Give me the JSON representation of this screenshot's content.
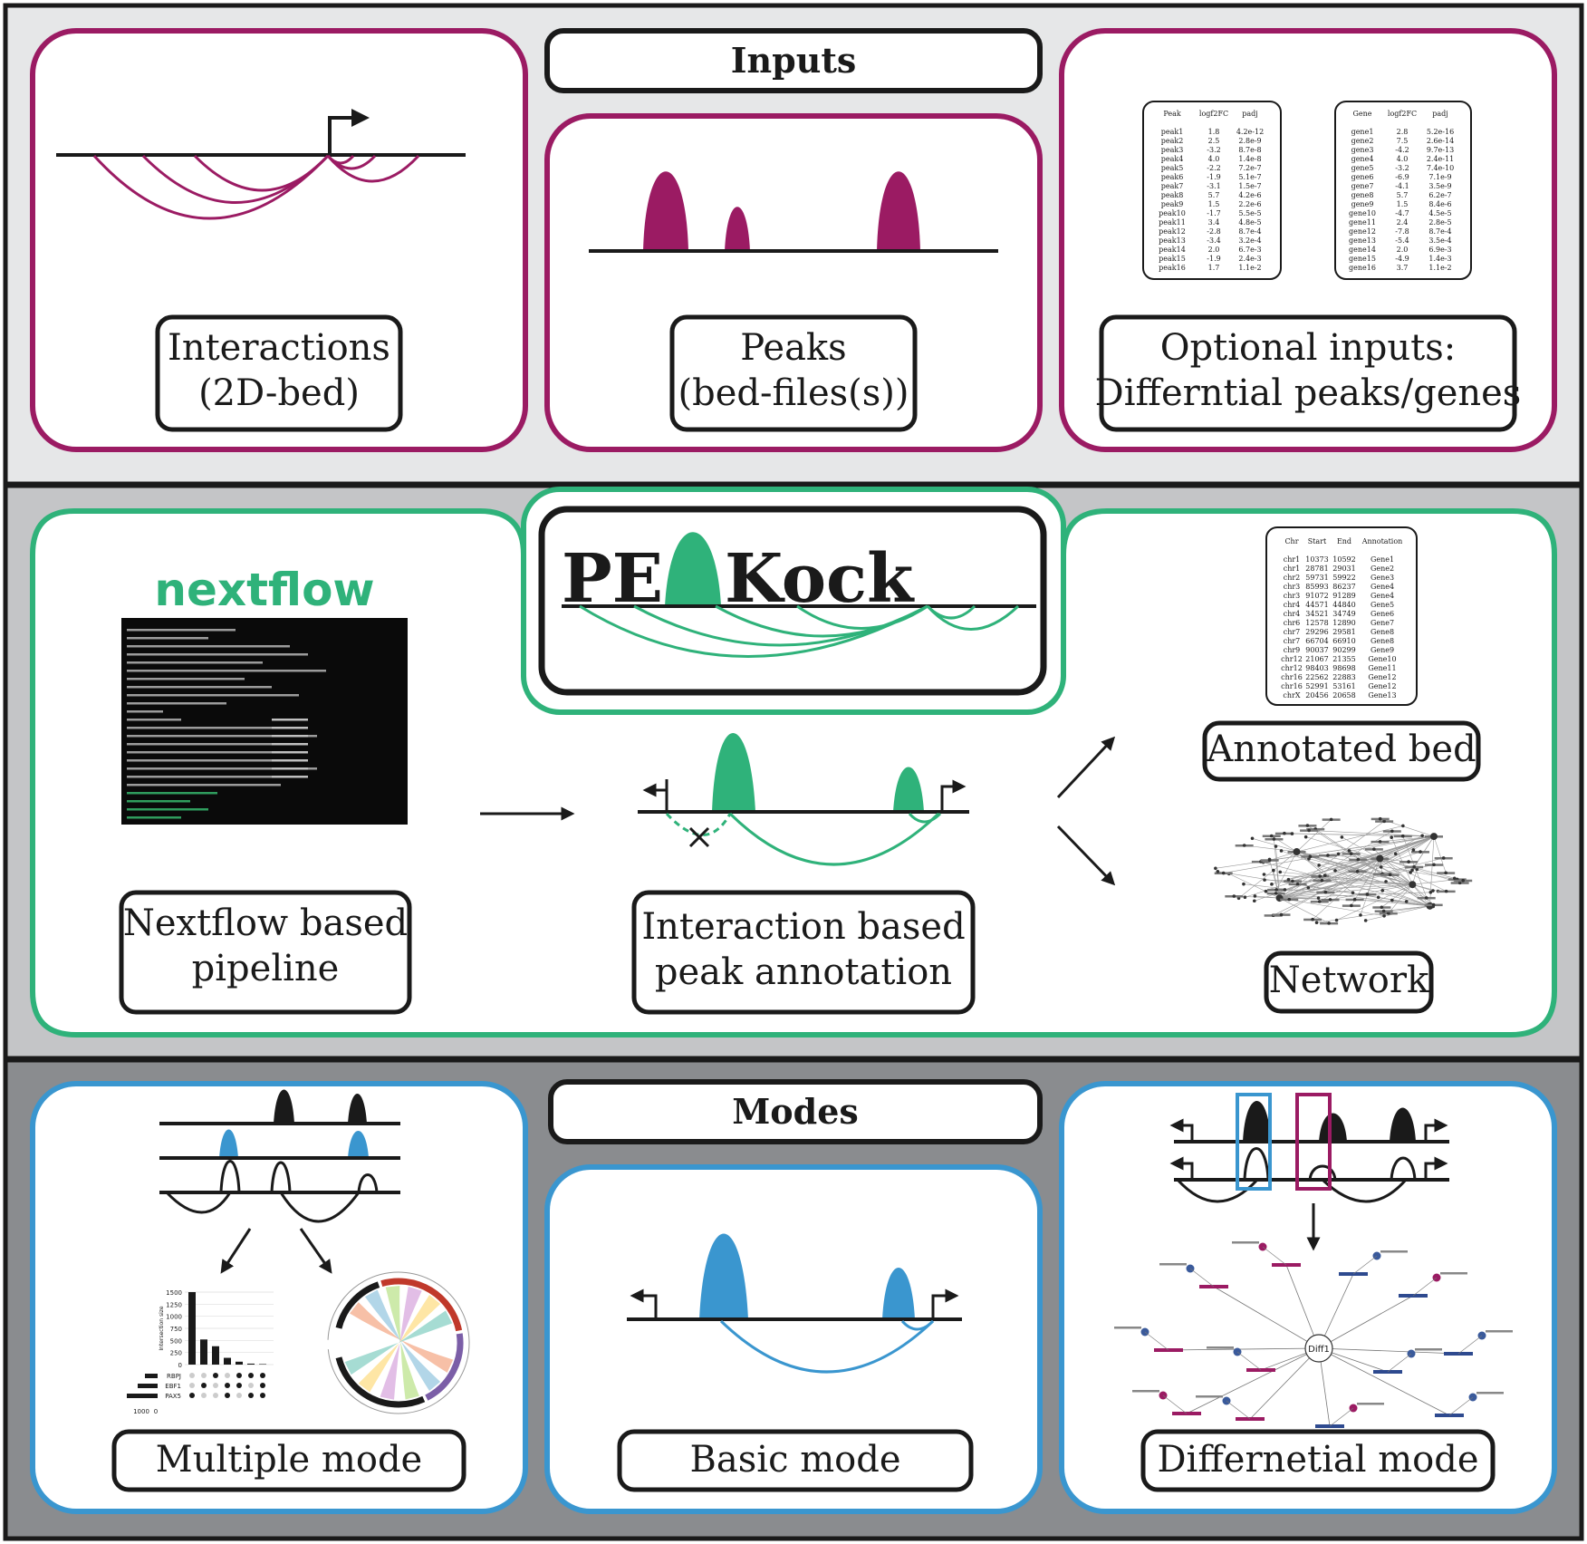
{
  "colors": {
    "inputs_bg": "#e6e7e8",
    "pipeline_bg": "#c4c5c7",
    "modes_bg": "#8a8c8f",
    "magenta": "#9b1b63",
    "green": "#2fb27a",
    "blue": "#3a96cf",
    "ink": "#1a1a1a"
  },
  "inputs": {
    "title": "Inputs",
    "interactions": {
      "line1": "Interactions",
      "line2": "(2D-bed)"
    },
    "peaks": {
      "line1": "Peaks",
      "line2": "(bed-files(s))"
    },
    "optional": {
      "line1": "Optional inputs:",
      "line2": "Differntial peaks/genes"
    },
    "peak_table": {
      "headers": [
        "Peak",
        "logf2FC",
        "padj"
      ],
      "rows": [
        [
          "peak1",
          "1.8",
          "4.2e-12"
        ],
        [
          "peak2",
          "2.5",
          "2.8e-9"
        ],
        [
          "peak3",
          "-3.2",
          "8.7e-8"
        ],
        [
          "peak4",
          "4.0",
          "1.4e-8"
        ],
        [
          "peak5",
          "-2.2",
          "7.2e-7"
        ],
        [
          "peak6",
          "-1.9",
          "5.1e-7"
        ],
        [
          "peak7",
          "-3.1",
          "1.5e-7"
        ],
        [
          "peak8",
          "5.7",
          "4.2e-6"
        ],
        [
          "peak9",
          "1.5",
          "2.2e-6"
        ],
        [
          "peak10",
          "-1.7",
          "5.5e-5"
        ],
        [
          "peak11",
          "3.4",
          "4.8e-5"
        ],
        [
          "peak12",
          "-2.8",
          "8.7e-4"
        ],
        [
          "peak13",
          "-3.4",
          "3.2e-4"
        ],
        [
          "peak14",
          "2.0",
          "6.7e-3"
        ],
        [
          "peak15",
          "-1.9",
          "2.4e-3"
        ],
        [
          "peak16",
          "1.7",
          "1.1e-2"
        ]
      ]
    },
    "gene_table": {
      "headers": [
        "Gene",
        "logf2FC",
        "padj"
      ],
      "rows": [
        [
          "gene1",
          "2.8",
          "5.2e-16"
        ],
        [
          "gene2",
          "7.5",
          "2.6e-14"
        ],
        [
          "gene3",
          "-4.2",
          "9.7e-13"
        ],
        [
          "gene4",
          "4.0",
          "2.4e-11"
        ],
        [
          "gene5",
          "-3.2",
          "7.4e-10"
        ],
        [
          "gene6",
          "-6.9",
          "7.1e-9"
        ],
        [
          "gene7",
          "-4.1",
          "3.5e-9"
        ],
        [
          "gene8",
          "5.7",
          "6.2e-7"
        ],
        [
          "gene9",
          "1.5",
          "8.4e-6"
        ],
        [
          "gene10",
          "-4.7",
          "4.5e-5"
        ],
        [
          "gene11",
          "2.4",
          "2.8e-5"
        ],
        [
          "gene12",
          "-7.8",
          "8.7e-4"
        ],
        [
          "gene13",
          "-5.4",
          "3.5e-4"
        ],
        [
          "gene14",
          "2.0",
          "6.9e-3"
        ],
        [
          "gene15",
          "-4.9",
          "1.4e-3"
        ],
        [
          "gene16",
          "3.7",
          "1.1e-2"
        ]
      ]
    }
  },
  "pipeline": {
    "nextflow_logo": "nextflow",
    "nextflow_label": {
      "line1": "Nextflow based",
      "line2": "pipeline"
    },
    "logo": {
      "part1": "PE",
      "part2": "Kock"
    },
    "interaction_label": {
      "line1": "Interaction based",
      "line2": "peak annotation"
    },
    "annotated_label": "Annotated bed",
    "network_label": "Network",
    "annot_table": {
      "headers": [
        "Chr",
        "Start",
        "End",
        "Annotation"
      ],
      "rows": [
        [
          "chr1",
          "10373",
          "10592",
          "Gene1"
        ],
        [
          "chr1",
          "28781",
          "29031",
          "Gene2"
        ],
        [
          "chr2",
          "59731",
          "59922",
          "Gene3"
        ],
        [
          "chr3",
          "85993",
          "86237",
          "Gene4"
        ],
        [
          "chr3",
          "91072",
          "91289",
          "Gene4"
        ],
        [
          "chr4",
          "44571",
          "44840",
          "Gene5"
        ],
        [
          "chr4",
          "34521",
          "34749",
          "Gene6"
        ],
        [
          "chr6",
          "12578",
          "12890",
          "Gene7"
        ],
        [
          "chr7",
          "29296",
          "29581",
          "Gene8"
        ],
        [
          "chr7",
          "66704",
          "66910",
          "Gene8"
        ],
        [
          "chr9",
          "90037",
          "90299",
          "Gene9"
        ],
        [
          "chr12",
          "21067",
          "21355",
          "Gene10"
        ],
        [
          "chr12",
          "98403",
          "98698",
          "Gene11"
        ],
        [
          "chr16",
          "22562",
          "22883",
          "Gene12"
        ],
        [
          "chr16",
          "52991",
          "53161",
          "Gene12"
        ],
        [
          "chrX",
          "20456",
          "20658",
          "Gene13"
        ]
      ]
    }
  },
  "modes": {
    "title": "Modes",
    "multiple_label": "Multiple mode",
    "basic_label": "Basic mode",
    "differential_label": "Differnetial mode",
    "upset": {
      "yaxis_label": "Intersection size",
      "yticks": [
        "1500",
        "1250",
        "1000",
        "750",
        "500",
        "250",
        "0"
      ],
      "sets": [
        "RBPJ",
        "EBF1",
        "PAX5"
      ],
      "set_axis": [
        "1000",
        "0"
      ]
    },
    "diff_network_center": "Diff1"
  }
}
